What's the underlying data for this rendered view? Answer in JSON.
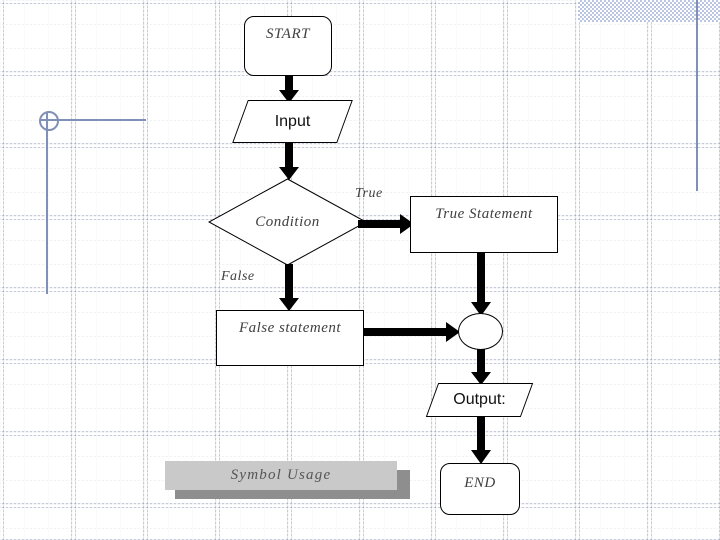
{
  "slide": {
    "title_banner": "Symbol Usage",
    "background": {
      "grid_color": "#aab2cd",
      "rule_color": "#8190b8",
      "checker_color": "#b9c5e2"
    }
  },
  "flowchart": {
    "type": "flowchart",
    "nodes": [
      {
        "id": "start",
        "shape": "terminator",
        "label": "START"
      },
      {
        "id": "input",
        "shape": "parallelogram",
        "label": "Input"
      },
      {
        "id": "condition",
        "shape": "diamond",
        "label": "Condition"
      },
      {
        "id": "true_stmt",
        "shape": "process",
        "label": "True Statement"
      },
      {
        "id": "false_stmt",
        "shape": "process",
        "label": "False statement"
      },
      {
        "id": "merge",
        "shape": "oval",
        "label": ""
      },
      {
        "id": "output",
        "shape": "parallelogram",
        "label": "Output:"
      },
      {
        "id": "end",
        "shape": "terminator",
        "label": "END"
      }
    ],
    "edges": [
      {
        "from": "start",
        "to": "input",
        "label": ""
      },
      {
        "from": "input",
        "to": "condition",
        "label": ""
      },
      {
        "from": "condition",
        "to": "true_stmt",
        "label": "True"
      },
      {
        "from": "condition",
        "to": "false_stmt",
        "label": "False"
      },
      {
        "from": "true_stmt",
        "to": "merge",
        "label": ""
      },
      {
        "from": "false_stmt",
        "to": "merge",
        "label": ""
      },
      {
        "from": "merge",
        "to": "output",
        "label": ""
      },
      {
        "from": "output",
        "to": "end",
        "label": ""
      }
    ],
    "edge_labels": {
      "true": "True",
      "false": "False"
    }
  }
}
